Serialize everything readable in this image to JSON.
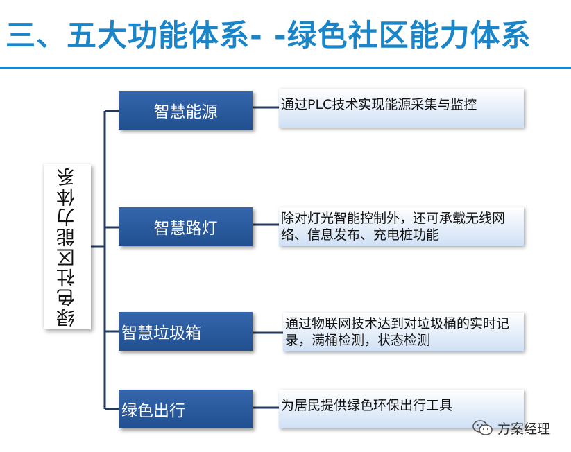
{
  "title": "三、五大功能体系- -绿色社区能力体系",
  "root": {
    "label": "绿色社区能力体系"
  },
  "branches": [
    {
      "label": "智慧能源",
      "description": "通过PLC技术实现能源采集与监控"
    },
    {
      "label": "智慧路灯",
      "description": "除对灯光智能控制外，还可承载无线网络、信息发布、充电桩功能"
    },
    {
      "label": "智慧垃圾箱",
      "description": "通过物联网技术达到对垃圾桶的实时记录，满桶检测，状态检测"
    },
    {
      "label": "绿色出行",
      "description": "为居民提供绿色环保出行工具"
    }
  ],
  "watermark": {
    "text": "方案经理",
    "icon": "wechat-icon"
  },
  "colors": {
    "title": "#1a85c8",
    "node": "#2a5b9e",
    "connector": "#233a5e"
  }
}
